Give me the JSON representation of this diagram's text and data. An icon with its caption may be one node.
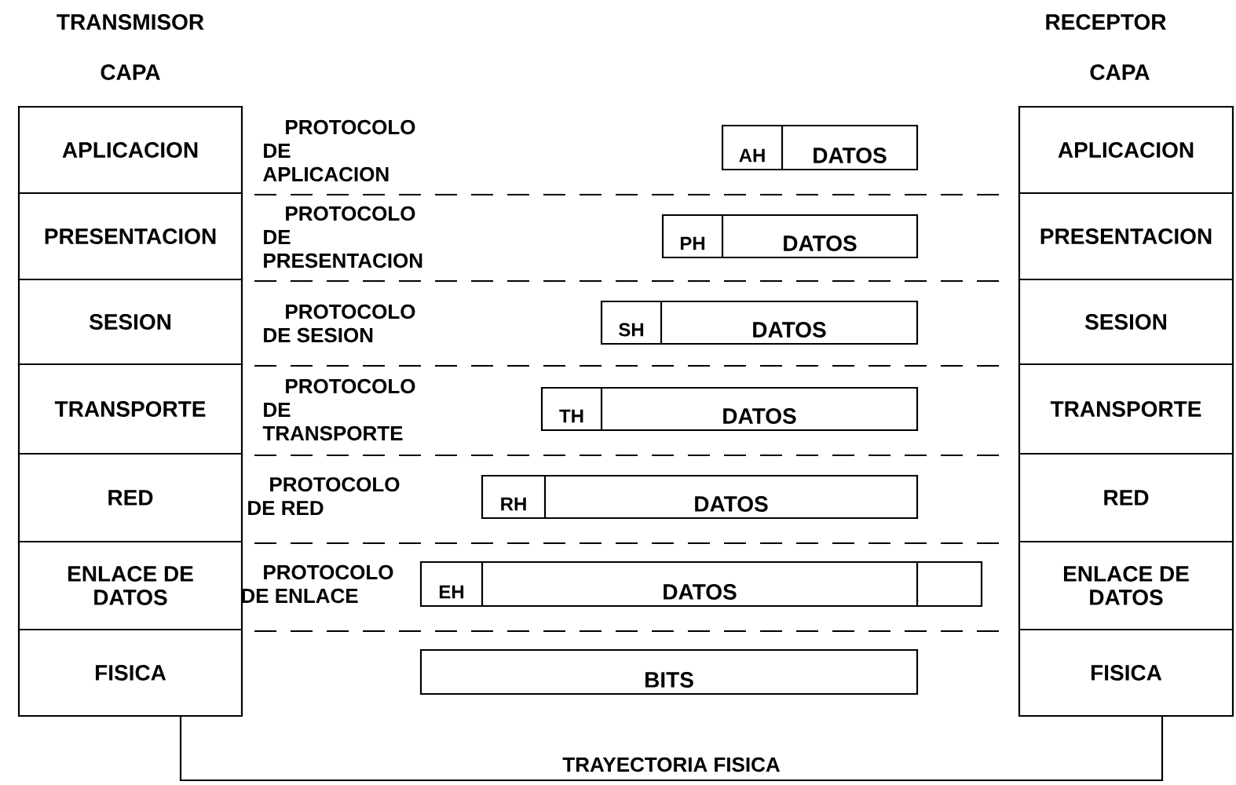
{
  "diagram": {
    "nodes": [
      {
        "text": [
          "APLICACION"
        ]
      },
      {
        "text": [
          "PRESENTACION"
        ]
      },
      {
        "text": [
          "SESION"
        ]
      },
      {
        "text": [
          "TRANSPORTE"
        ]
      },
      {
        "text": [
          "RED"
        ]
      },
      {
        "text": [
          "ENLACE DE DATOS"
        ]
      },
      {
        "text": [
          "FISICA"
        ]
      },
      {
        "text": [
          "AH",
          "DATOS"
        ]
      },
      {
        "text": [
          "PH",
          "DATOS"
        ]
      },
      {
        "text": [
          "SH",
          "DATOS"
        ]
      },
      {
        "text": [
          "TH",
          "DATOS"
        ]
      },
      {
        "text": [
          "RH",
          "DATOS"
        ]
      },
      {
        "text": [
          "EH",
          "DATOS"
        ]
      },
      {
        "text": [
          "BITS"
        ]
      },
      {
        "text": [
          "APLICACION"
        ]
      },
      {
        "text": [
          "PRESENTACION"
        ]
      },
      {
        "text": [
          "SESION"
        ]
      },
      {
        "text": [
          "TRANSPORTE"
        ]
      },
      {
        "text": [
          "RED"
        ]
      },
      {
        "text": [
          "ENLACE DE DATOS"
        ]
      },
      {
        "text": [
          "FISICA"
        ]
      }
    ],
    "edges": [
      {
        "from": 6,
        "to": 20,
        "arrow": "none",
        "label": "TRAYECTORIA FISICA"
      }
    ],
    "labels": [
      "TRANSMISOR",
      "RECEPTOR",
      "CAPA",
      "CAPA",
      "PROTOCOLO DE APLICACION",
      "PROTOCOLO DE PRESENTACION",
      "PROTOCOLO DE SESION",
      "PROTOCOLO DE TRANSPORTE",
      "PROTOCOLO DE RED",
      "PROTOCOLO DE ENLACE"
    ]
  }
}
